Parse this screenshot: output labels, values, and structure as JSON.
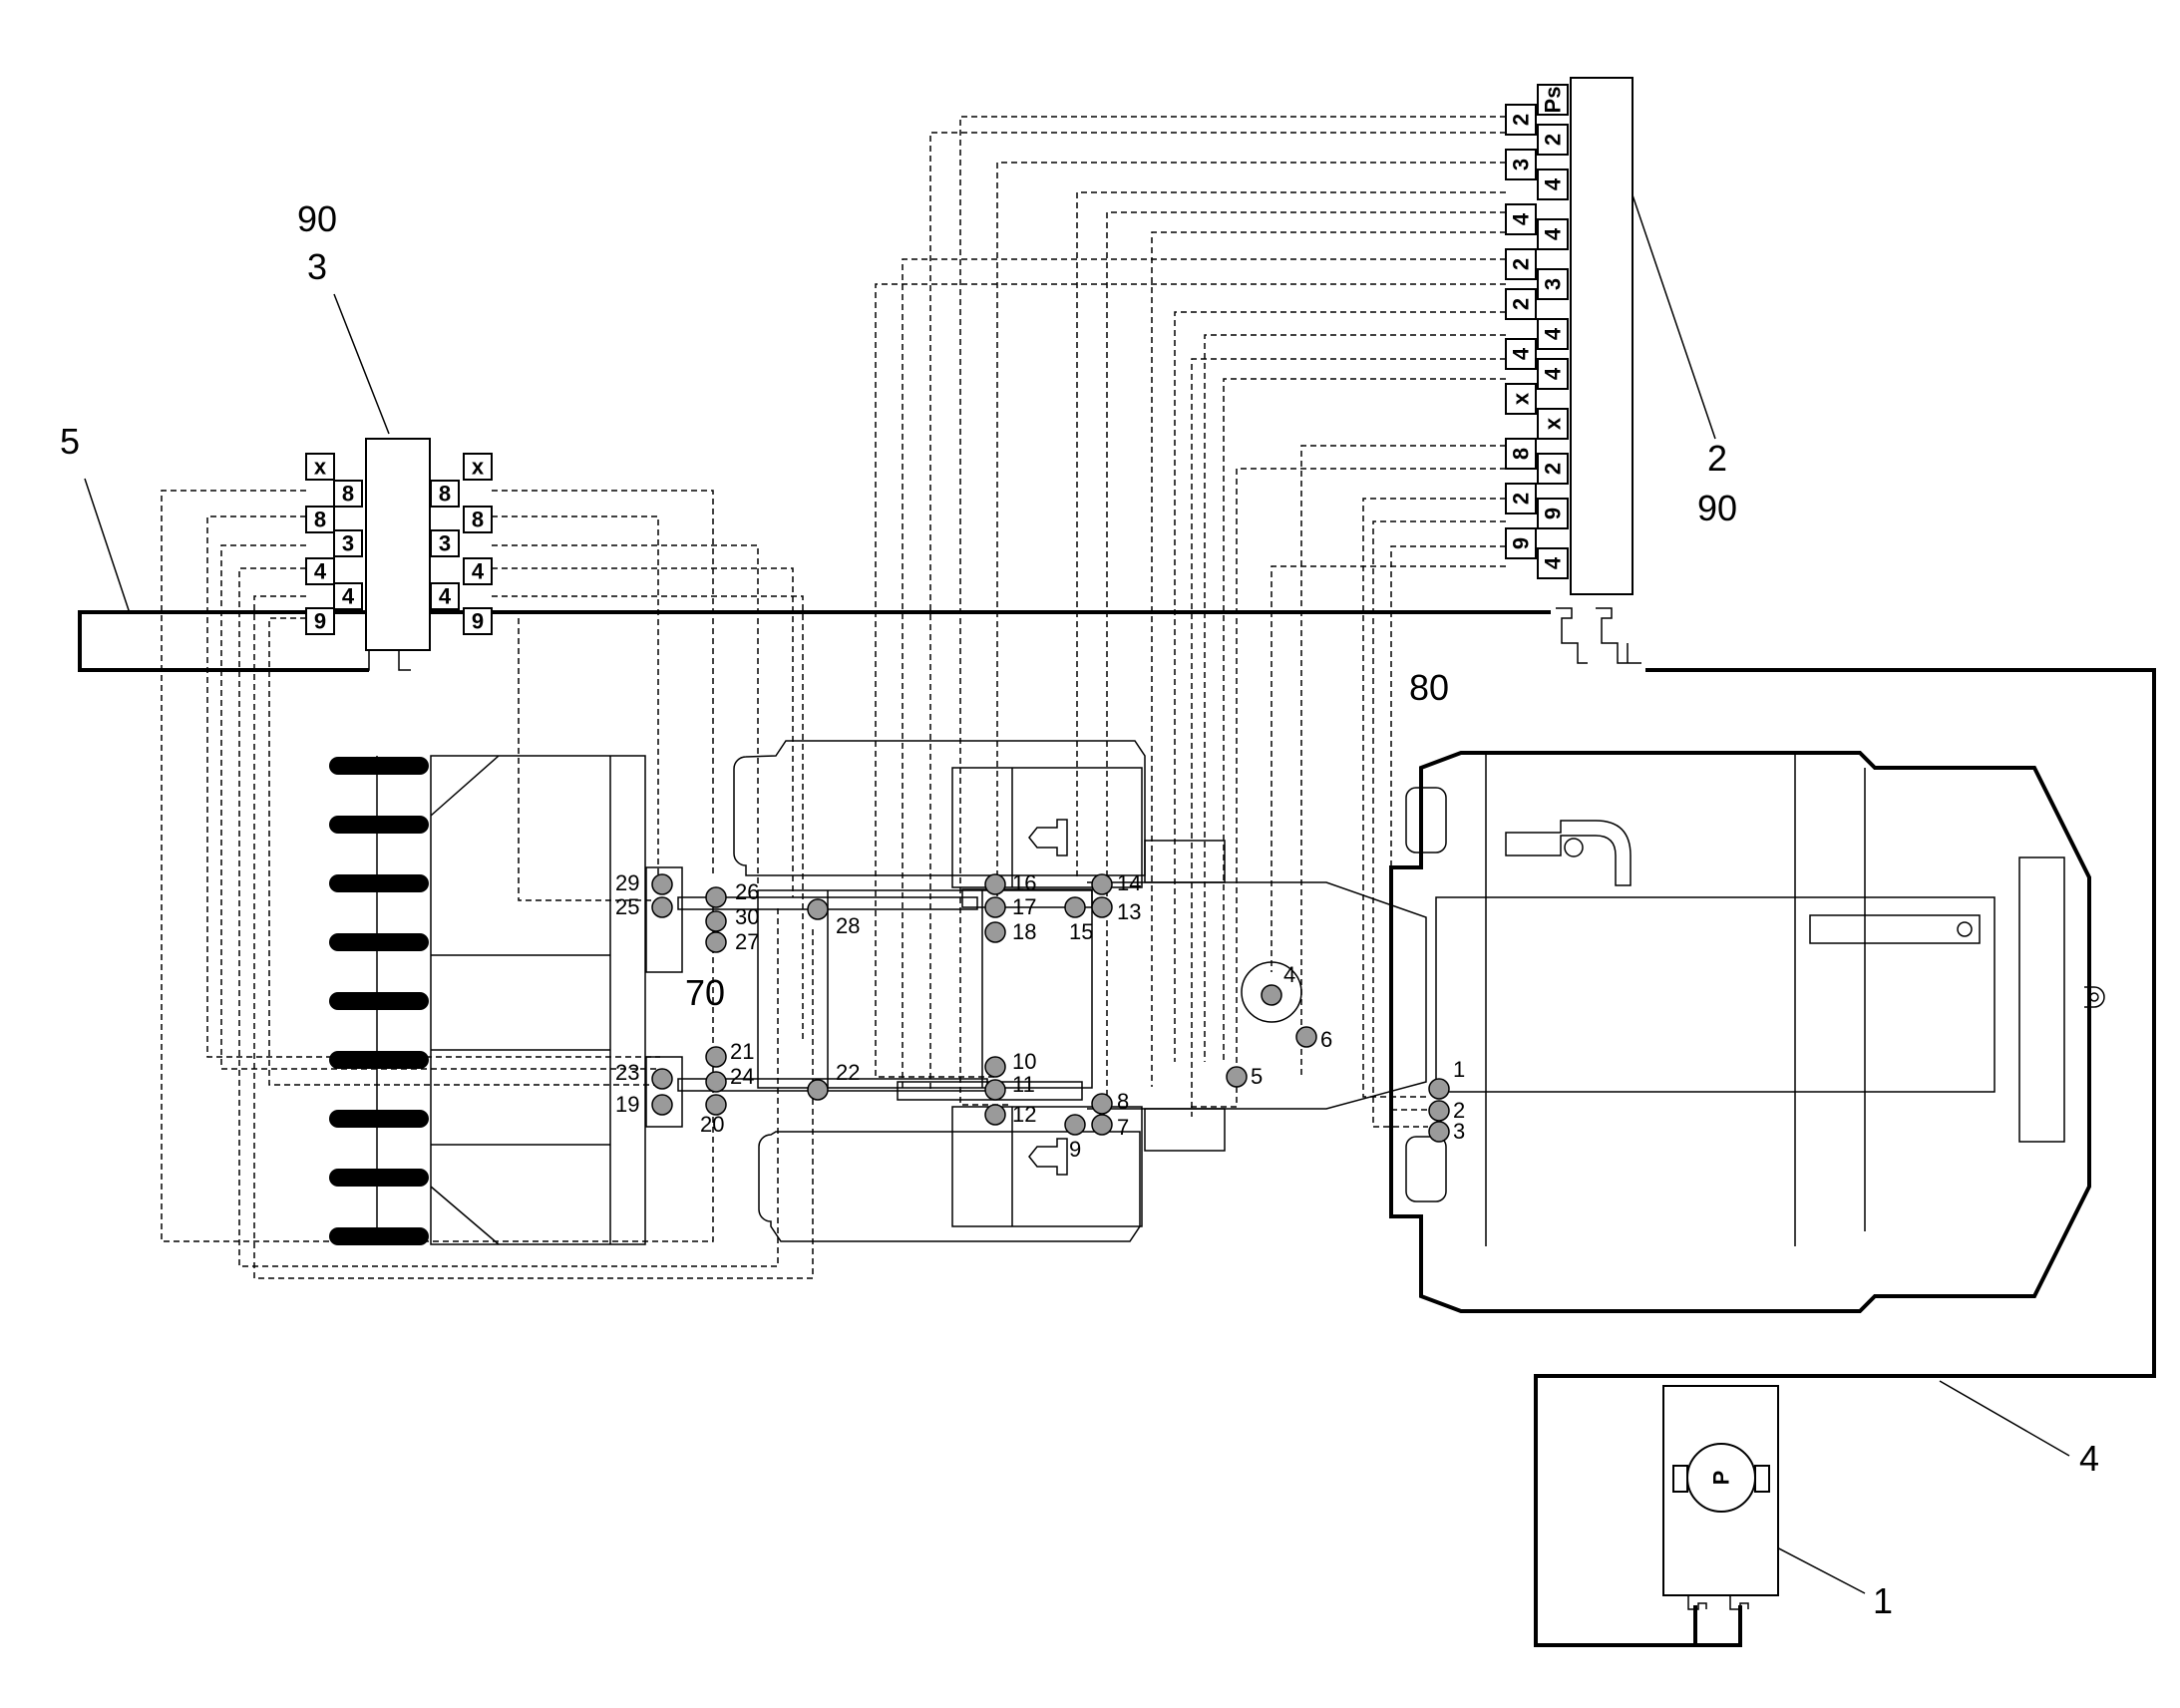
{
  "callouts": {
    "valve_left_top": "90",
    "valve_left_bottom": "3",
    "valve_right_top": "2",
    "valve_right_bottom": "90",
    "return_line": "5",
    "pressure_line": "4",
    "pump": "1",
    "attachment_area": "70",
    "machine_area": "80"
  },
  "pump_symbol": "P",
  "valve_left": {
    "ports_left": [
      "x",
      "8",
      "8",
      "3",
      "4",
      "4",
      "9"
    ],
    "ports_right": [
      "8",
      "x",
      "3",
      "8",
      "4",
      "4",
      "9"
    ]
  },
  "valve_right": {
    "ports_outer": [
      "2",
      "3",
      "4",
      "2",
      "2",
      "4",
      "x",
      "8",
      "2",
      "9"
    ],
    "ports_inner": [
      "Ps",
      "2",
      "4",
      "4",
      "3",
      "4",
      "4",
      "x",
      "2",
      "9",
      "4"
    ]
  },
  "points": [
    "1",
    "2",
    "3",
    "4",
    "5",
    "6",
    "7",
    "8",
    "9",
    "10",
    "11",
    "12",
    "13",
    "14",
    "15",
    "16",
    "17",
    "18",
    "19",
    "20",
    "21",
    "22",
    "23",
    "24",
    "25",
    "26",
    "27",
    "28",
    "29",
    "30"
  ]
}
